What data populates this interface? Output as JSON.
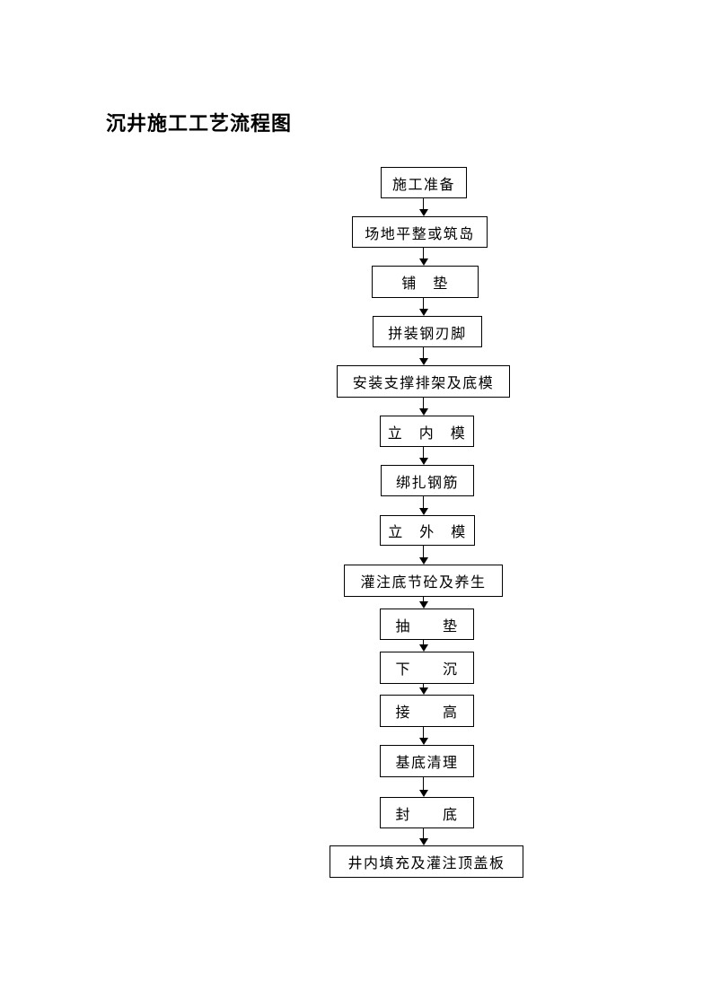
{
  "page": {
    "title": "沉井施工工艺流程图"
  },
  "flowchart": {
    "direction": "top-to-bottom",
    "connector_style": "solid-line-filled-arrowhead",
    "steps": [
      {
        "label": "施工准备"
      },
      {
        "label": "场地平整或筑岛"
      },
      {
        "label": "铺　垫"
      },
      {
        "label": "拼装钢刃脚"
      },
      {
        "label": "安装支撑排架及底模"
      },
      {
        "label": "立　内　模"
      },
      {
        "label": "绑扎钢筋"
      },
      {
        "label": "立　外　模"
      },
      {
        "label": "灌注底节砼及养生"
      },
      {
        "label": "抽　　垫"
      },
      {
        "label": "下　　沉"
      },
      {
        "label": "接　　高"
      },
      {
        "label": "基底清理"
      },
      {
        "label": "封　　底"
      },
      {
        "label": "井内填充及灌注顶盖板"
      }
    ]
  },
  "colors": {
    "background": "#ffffff",
    "line": "#000000",
    "text": "#000000"
  }
}
